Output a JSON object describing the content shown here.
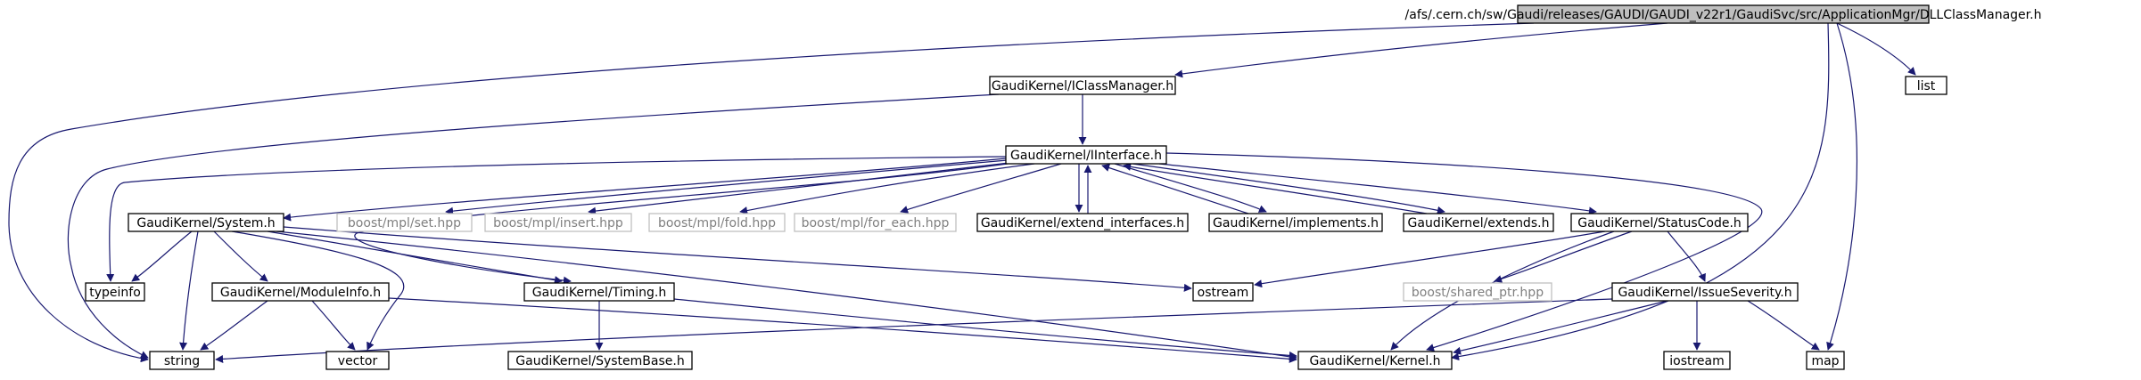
{
  "graph": {
    "root": "/afs/.cern.ch/sw/Gaudi/releases/GAUDI/GAUDI_v22r1/GaudiSvc/src/ApplicationMgr/DLLClassManager.h",
    "nodes": [
      {
        "id": "root",
        "label": "/afs/.cern.ch/sw/Gaudi/releases/GAUDI/GAUDI_v22r1/GaudiSvc/src/ApplicationMgr/DLLClassManager.h",
        "kind": "root"
      },
      {
        "id": "iclassmanager",
        "label": "GaudiKernel/IClassManager.h",
        "kind": "doc"
      },
      {
        "id": "list",
        "label": "list",
        "kind": "doc"
      },
      {
        "id": "iinterface",
        "label": "GaudiKernel/IInterface.h",
        "kind": "doc"
      },
      {
        "id": "system",
        "label": "GaudiKernel/System.h",
        "kind": "doc"
      },
      {
        "id": "mpl_set",
        "label": "boost/mpl/set.hpp",
        "kind": "ext"
      },
      {
        "id": "mpl_insert",
        "label": "boost/mpl/insert.hpp",
        "kind": "ext"
      },
      {
        "id": "mpl_fold",
        "label": "boost/mpl/fold.hpp",
        "kind": "ext"
      },
      {
        "id": "mpl_for_each",
        "label": "boost/mpl/for_each.hpp",
        "kind": "ext"
      },
      {
        "id": "extend_interfaces",
        "label": "GaudiKernel/extend_interfaces.h",
        "kind": "doc"
      },
      {
        "id": "implements",
        "label": "GaudiKernel/implements.h",
        "kind": "doc"
      },
      {
        "id": "extends",
        "label": "GaudiKernel/extends.h",
        "kind": "doc"
      },
      {
        "id": "statuscode",
        "label": "GaudiKernel/StatusCode.h",
        "kind": "doc"
      },
      {
        "id": "typeinfo",
        "label": "typeinfo",
        "kind": "doc"
      },
      {
        "id": "moduleinfo",
        "label": "GaudiKernel/ModuleInfo.h",
        "kind": "doc"
      },
      {
        "id": "timing",
        "label": "GaudiKernel/Timing.h",
        "kind": "doc"
      },
      {
        "id": "ostream",
        "label": "ostream",
        "kind": "doc"
      },
      {
        "id": "shared_ptr",
        "label": "boost/shared_ptr.hpp",
        "kind": "ext"
      },
      {
        "id": "issueseverity",
        "label": "GaudiKernel/IssueSeverity.h",
        "kind": "doc"
      },
      {
        "id": "string",
        "label": "string",
        "kind": "doc"
      },
      {
        "id": "vector",
        "label": "vector",
        "kind": "doc"
      },
      {
        "id": "systembase",
        "label": "GaudiKernel/SystemBase.h",
        "kind": "doc"
      },
      {
        "id": "kernel",
        "label": "GaudiKernel/Kernel.h",
        "kind": "doc"
      },
      {
        "id": "iostream",
        "label": "iostream",
        "kind": "doc"
      },
      {
        "id": "map",
        "label": "map",
        "kind": "doc"
      }
    ],
    "edges": [
      [
        "root",
        "iclassmanager"
      ],
      [
        "root",
        "list"
      ],
      [
        "root",
        "map"
      ],
      [
        "root",
        "kernel"
      ],
      [
        "root",
        "string"
      ],
      [
        "iclassmanager",
        "iinterface"
      ],
      [
        "iclassmanager",
        "string"
      ],
      [
        "iinterface",
        "system"
      ],
      [
        "iinterface",
        "mpl_set"
      ],
      [
        "iinterface",
        "mpl_insert"
      ],
      [
        "iinterface",
        "mpl_fold"
      ],
      [
        "iinterface",
        "mpl_for_each"
      ],
      [
        "iinterface",
        "extend_interfaces"
      ],
      [
        "iinterface",
        "implements"
      ],
      [
        "iinterface",
        "extends"
      ],
      [
        "iinterface",
        "statuscode"
      ],
      [
        "iinterface",
        "typeinfo"
      ],
      [
        "iinterface",
        "timing"
      ],
      [
        "iinterface",
        "kernel"
      ],
      [
        "extend_interfaces",
        "iinterface"
      ],
      [
        "implements",
        "iinterface"
      ],
      [
        "extends",
        "iinterface"
      ],
      [
        "system",
        "typeinfo"
      ],
      [
        "system",
        "string"
      ],
      [
        "system",
        "moduleinfo"
      ],
      [
        "system",
        "timing"
      ],
      [
        "system",
        "vector"
      ],
      [
        "system",
        "ostream"
      ],
      [
        "system",
        "kernel"
      ],
      [
        "moduleinfo",
        "string"
      ],
      [
        "moduleinfo",
        "vector"
      ],
      [
        "moduleinfo",
        "kernel"
      ],
      [
        "timing",
        "systembase"
      ],
      [
        "timing",
        "kernel"
      ],
      [
        "statuscode",
        "ostream"
      ],
      [
        "statuscode",
        "shared_ptr"
      ],
      [
        "statuscode",
        "issueseverity"
      ],
      [
        "statuscode",
        "kernel"
      ],
      [
        "issueseverity",
        "string"
      ],
      [
        "issueseverity",
        "map"
      ],
      [
        "issueseverity",
        "iostream"
      ],
      [
        "issueseverity",
        "kernel"
      ]
    ],
    "colors": {
      "edge": "#191970",
      "node_border": "#000000",
      "ext_border": "#bfbfbf",
      "ext_text": "#7f7f7f",
      "root_fill": "#bfbfbf",
      "node_fill": "#ffffff"
    }
  }
}
